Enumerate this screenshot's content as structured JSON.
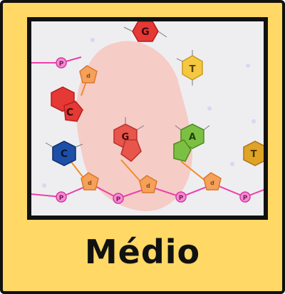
{
  "card": {
    "level_label": "Médio",
    "colors": {
      "background": "#FFD866",
      "border": "#111111",
      "highlight": "#F7C6C0"
    }
  },
  "molecules": {
    "phosphate_label": "P",
    "sugar_label": "d",
    "bases": [
      {
        "letter": "G",
        "color": "#E53935"
      },
      {
        "letter": "T",
        "color": "#F4C842"
      },
      {
        "letter": "C",
        "color": "#E53935"
      },
      {
        "letter": "C",
        "color": "#1E4FA8"
      },
      {
        "letter": "G",
        "color": "#E8554B"
      },
      {
        "letter": "A",
        "color": "#7CC043"
      },
      {
        "letter": "T",
        "color": "#E0A325"
      }
    ]
  }
}
